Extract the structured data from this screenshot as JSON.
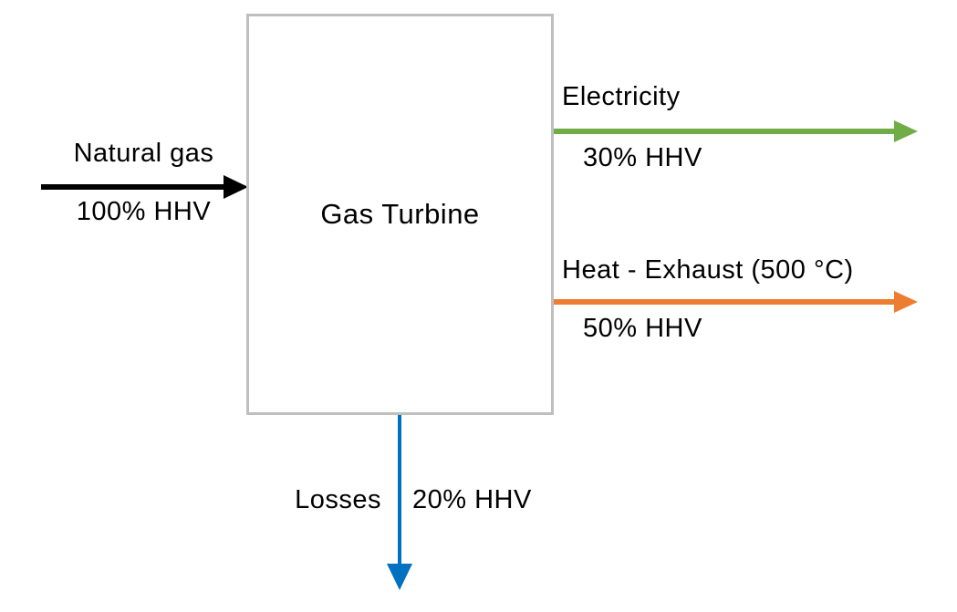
{
  "diagram": {
    "node": {
      "label": "Gas Turbine",
      "border_color": "#BFBFBF"
    },
    "flows": {
      "input": {
        "label": "Natural gas",
        "value": "100% HHV",
        "color": "#000000",
        "direction": "right-into-box"
      },
      "electricity": {
        "label": "Electricity",
        "value": "30% HHV",
        "color": "#70AD47",
        "direction": "right-out-of-box"
      },
      "heat": {
        "label": "Heat - Exhaust (500 °C)",
        "value": "50% HHV",
        "color": "#ED7D31",
        "direction": "right-out-of-box"
      },
      "losses": {
        "label": "Losses",
        "value": "20% HHV",
        "color": "#0070C0",
        "direction": "down-out-of-box"
      }
    }
  }
}
